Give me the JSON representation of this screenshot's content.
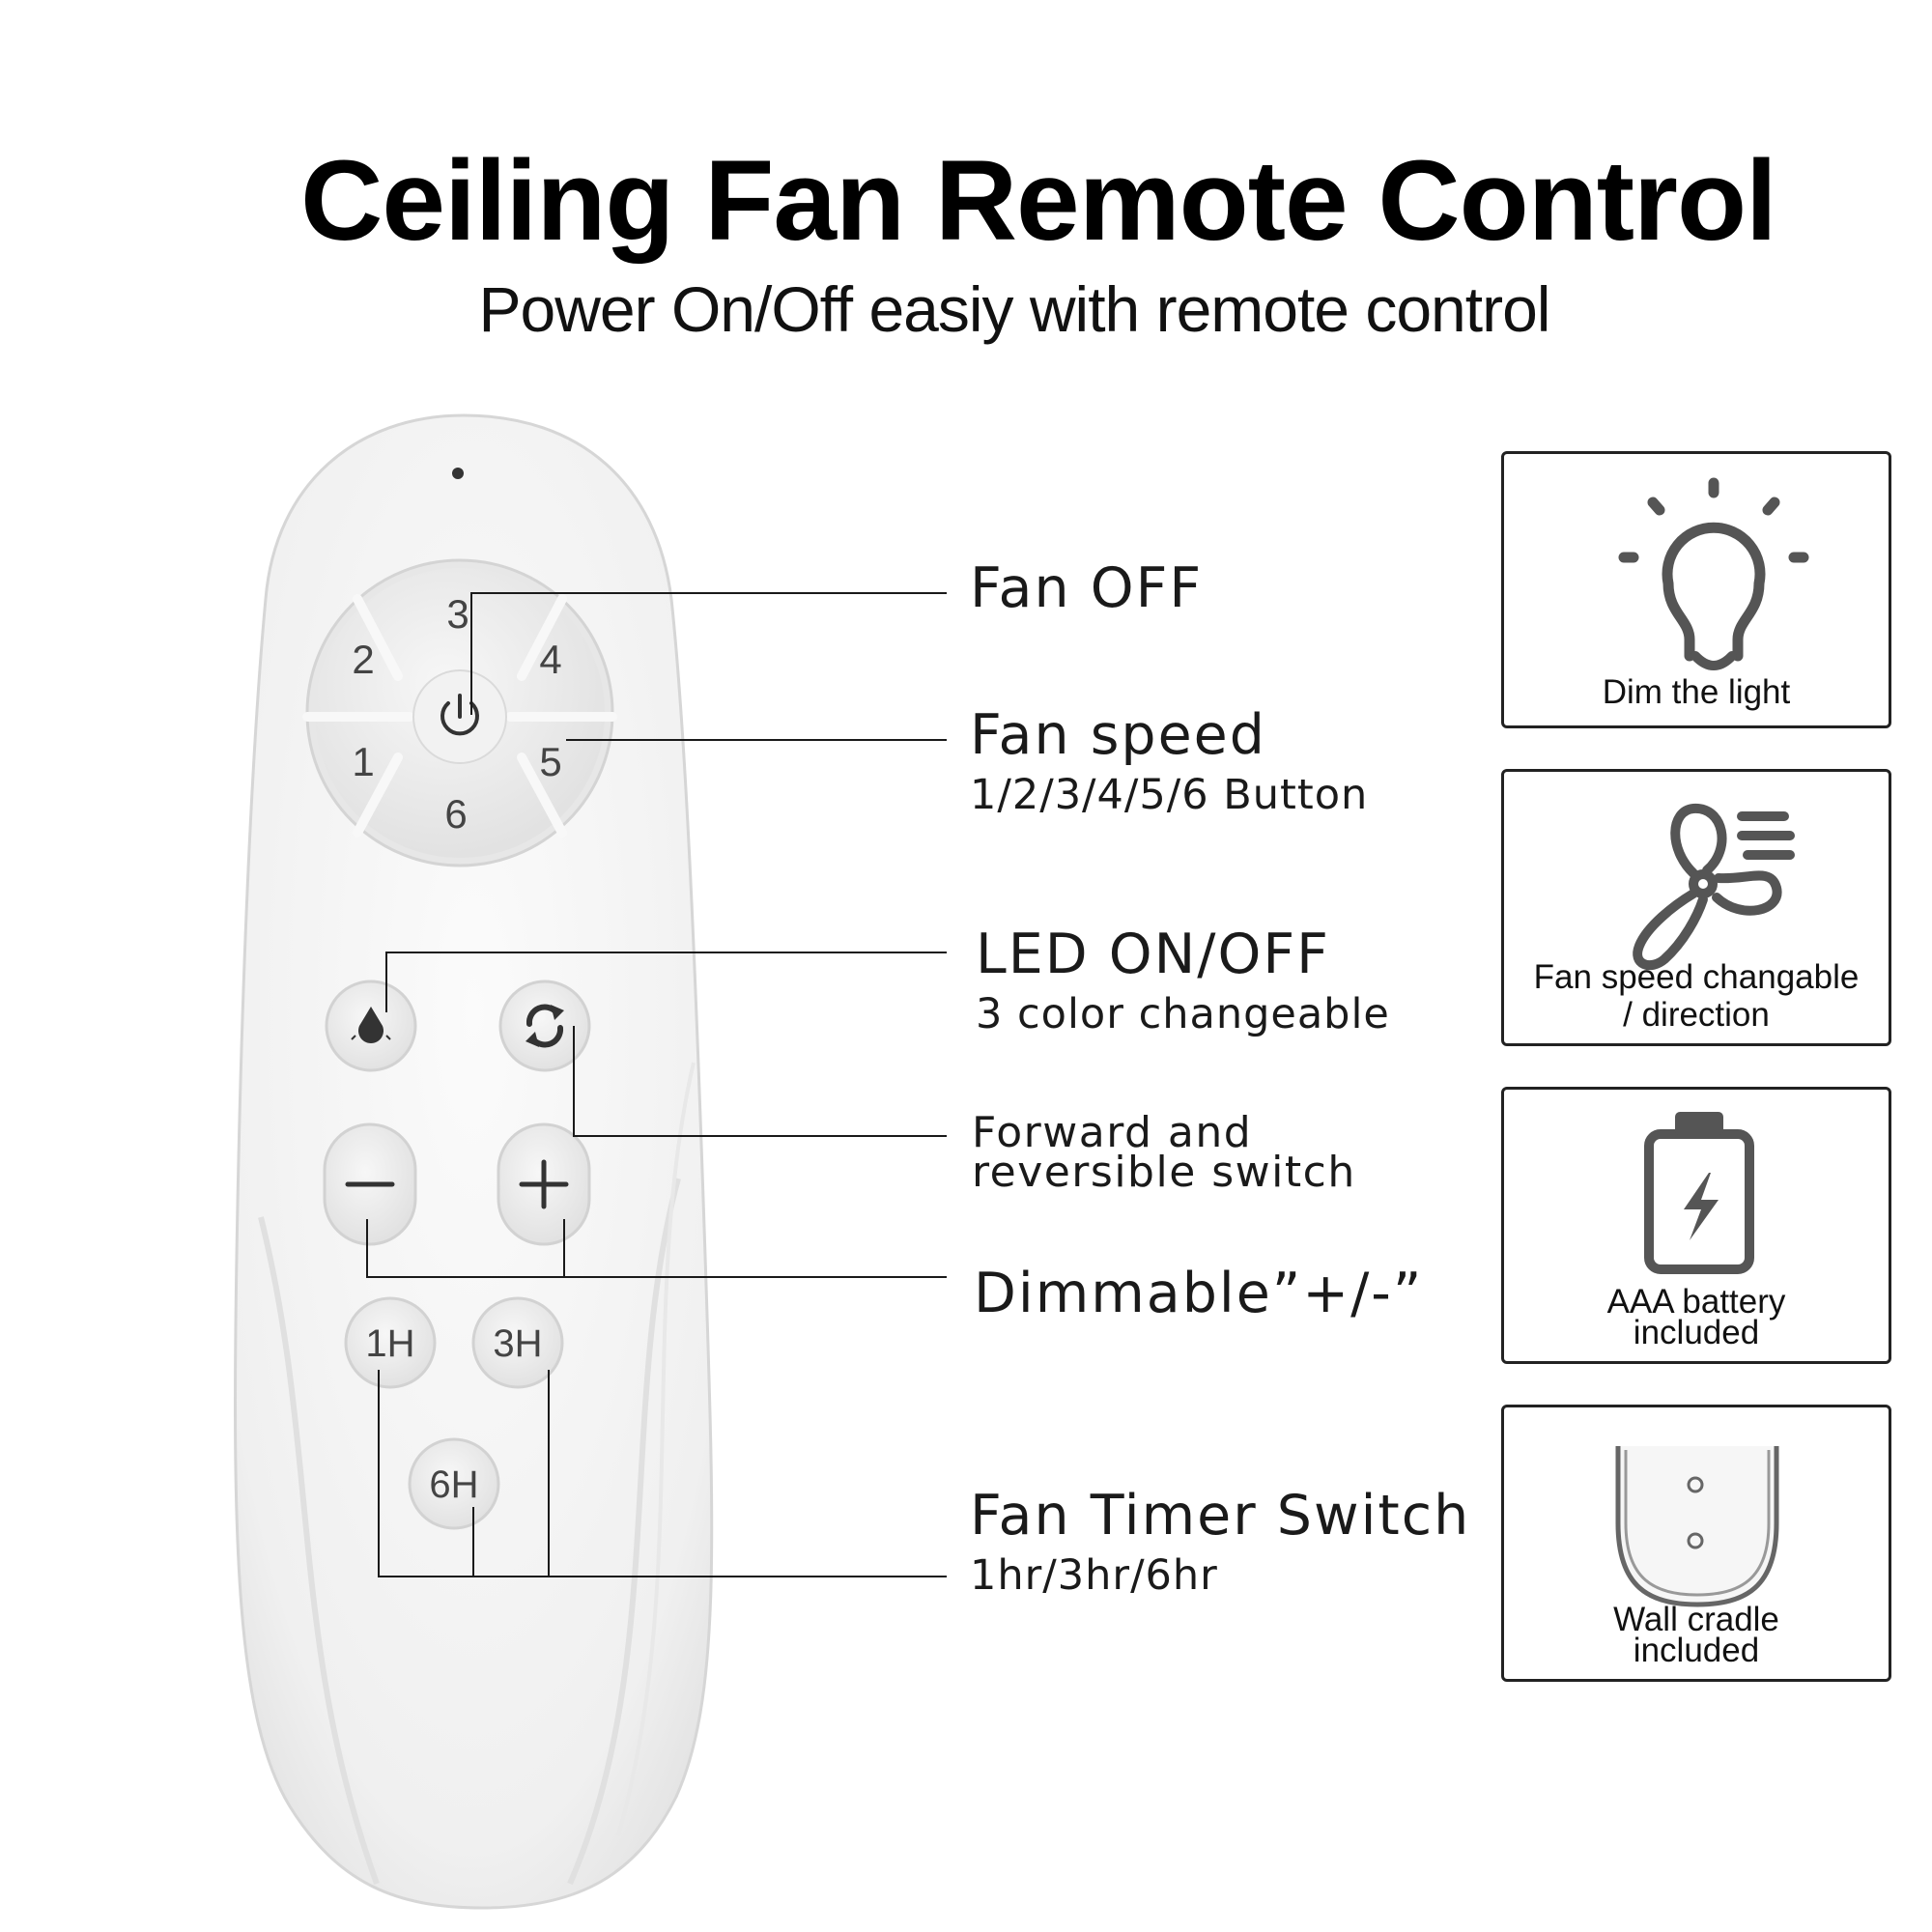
{
  "header": {
    "title": "Ceiling Fan Remote Control",
    "subtitle": "Power On/Off easiy with remote control"
  },
  "remote": {
    "dial_numbers": [
      "1",
      "2",
      "3",
      "4",
      "5",
      "6"
    ],
    "timer_buttons": [
      "1H",
      "3H",
      "6H"
    ]
  },
  "callouts": {
    "fan_off": "Fan OFF",
    "fan_speed": "Fan speed",
    "fan_speed_sub": "1/2/3/4/5/6 Button",
    "led": "LED ON/OFF",
    "led_sub": "3 color changeable",
    "forward_line1": "Forward and",
    "forward_line2": "reversible switch",
    "dimmable": "Dimmable”+/-”",
    "timer": "Fan Timer Switch",
    "timer_sub": "1hr/3hr/6hr"
  },
  "features": [
    {
      "icon": "light-bulb-icon",
      "lines": [
        "Dim the light"
      ]
    },
    {
      "icon": "fan-icon",
      "lines": [
        "Fan speed changable",
        "/ direction"
      ]
    },
    {
      "icon": "battery-icon",
      "lines": [
        "AAA battery",
        "included"
      ]
    },
    {
      "icon": "wall-cradle-icon",
      "lines": [
        "Wall cradle",
        "included"
      ]
    }
  ],
  "colors": {
    "remote_body": "#f4f4f4",
    "button": "#ebebeb",
    "icon_gray": "#555555",
    "text": "#111111"
  }
}
